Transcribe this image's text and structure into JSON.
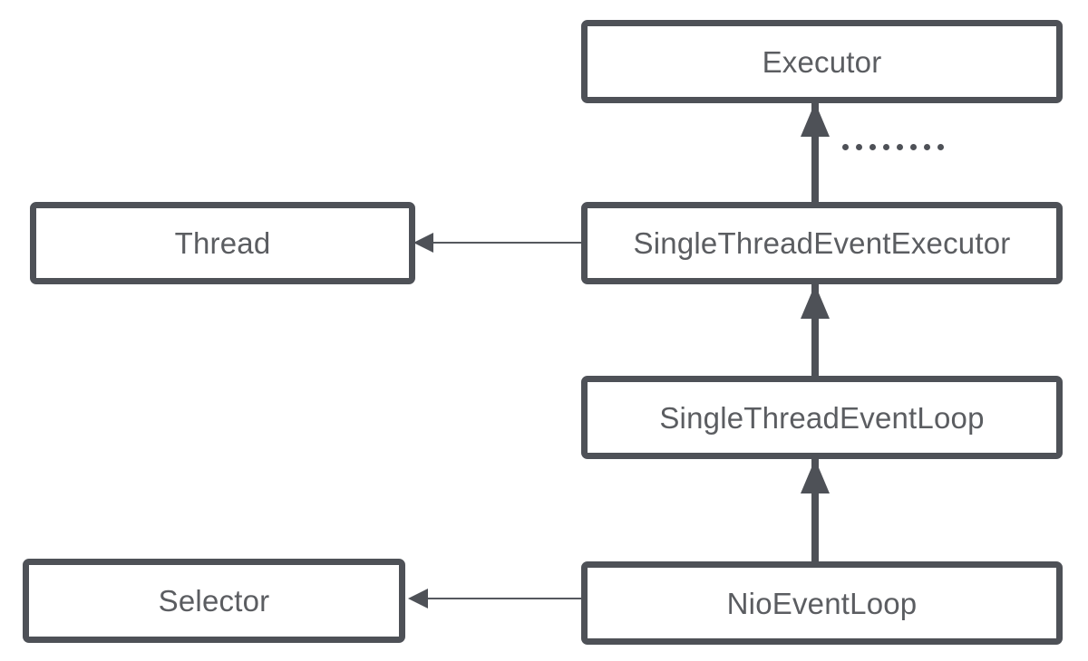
{
  "diagram": {
    "type": "class-hierarchy",
    "background_color": "#ffffff",
    "border_color": "#4e5157",
    "text_color": "#5b5d61",
    "nodes": [
      {
        "id": "executor",
        "label": "Executor"
      },
      {
        "id": "thread",
        "label": "Thread"
      },
      {
        "id": "single-thread-event-executor",
        "label": "SingleThreadEventExecutor"
      },
      {
        "id": "single-thread-event-loop",
        "label": "SingleThreadEventLoop"
      },
      {
        "id": "selector",
        "label": "Selector"
      },
      {
        "id": "nio-event-loop",
        "label": "NioEventLoop"
      }
    ],
    "edges": [
      {
        "from": "single-thread-event-executor",
        "to": "executor",
        "kind": "inheritance"
      },
      {
        "from": "single-thread-event-loop",
        "to": "single-thread-event-executor",
        "kind": "inheritance"
      },
      {
        "from": "nio-event-loop",
        "to": "single-thread-event-loop",
        "kind": "inheritance"
      },
      {
        "from": "single-thread-event-executor",
        "to": "thread",
        "kind": "association"
      },
      {
        "from": "nio-event-loop",
        "to": "selector",
        "kind": "association"
      }
    ],
    "annotation": {
      "ellipsis_label": "········",
      "dot_count": 8
    }
  }
}
